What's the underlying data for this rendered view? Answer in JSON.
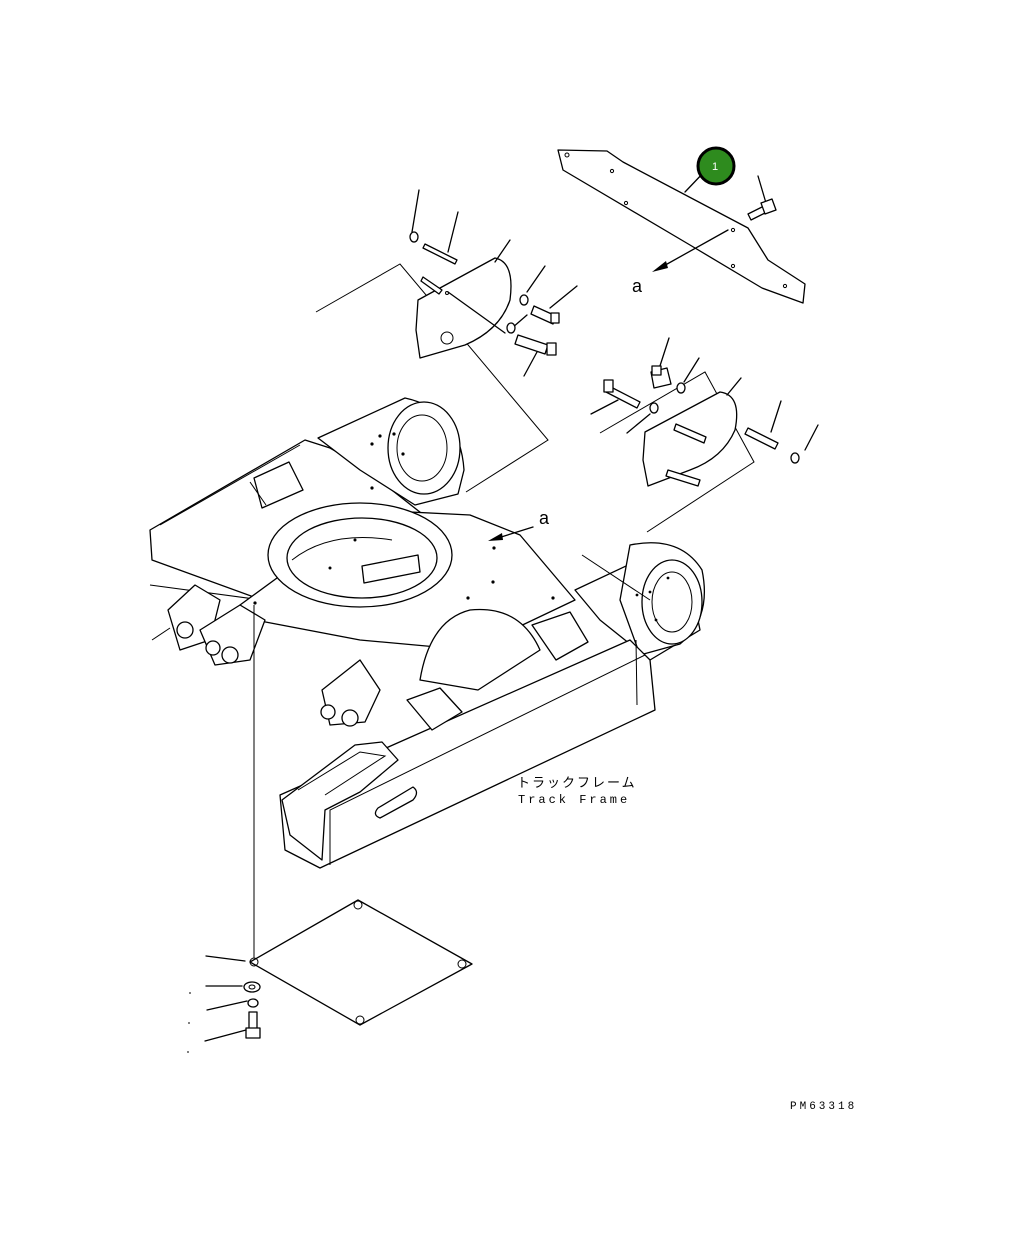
{
  "callouts": [
    {
      "number": "1",
      "fill": "#2e8b1e",
      "stroke": "#000000"
    }
  ],
  "view_labels": {
    "upper": "a",
    "lower": "a"
  },
  "frame_label": {
    "japanese": "トラックフレーム",
    "english": "Track Frame"
  },
  "drawing_code": "PM63318"
}
